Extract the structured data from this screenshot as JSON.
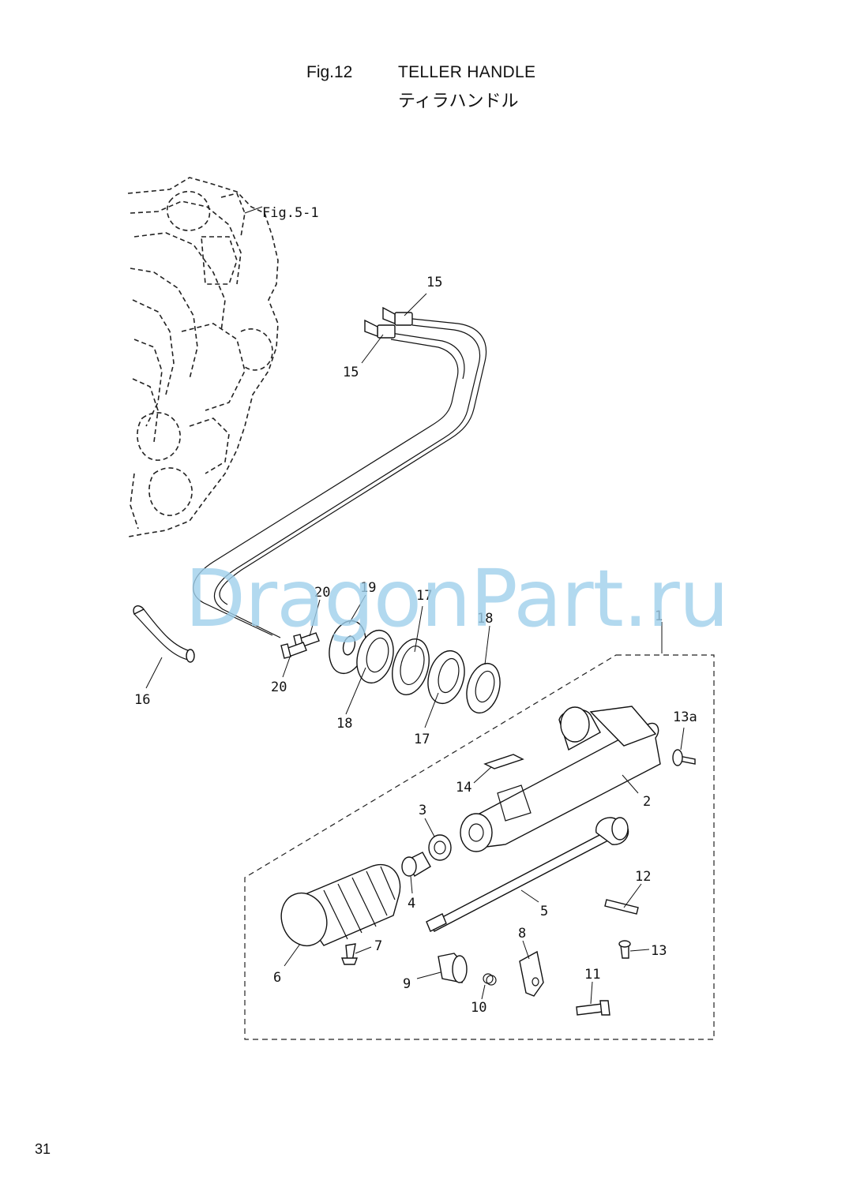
{
  "header": {
    "figure_number": "Fig.12",
    "title": "TELLER HANDLE",
    "title_jp": "ティラハンドル"
  },
  "figure_reference": "Fig.5-1",
  "watermark": "DragonPart.ru",
  "page_number": "31",
  "callouts": {
    "c1": "1",
    "c2": "2",
    "c3": "3",
    "c4": "4",
    "c5": "5",
    "c6": "6",
    "c7": "7",
    "c8": "8",
    "c9": "9",
    "c10": "10",
    "c11": "11",
    "c12": "12",
    "c13": "13",
    "c13a": "13a",
    "c14": "14",
    "c15a": "15",
    "c15b": "15",
    "c16": "16",
    "c17a": "17",
    "c17b": "17",
    "c18a": "18",
    "c18b": "18",
    "c19": "19",
    "c20a": "20",
    "c20b": "20"
  }
}
